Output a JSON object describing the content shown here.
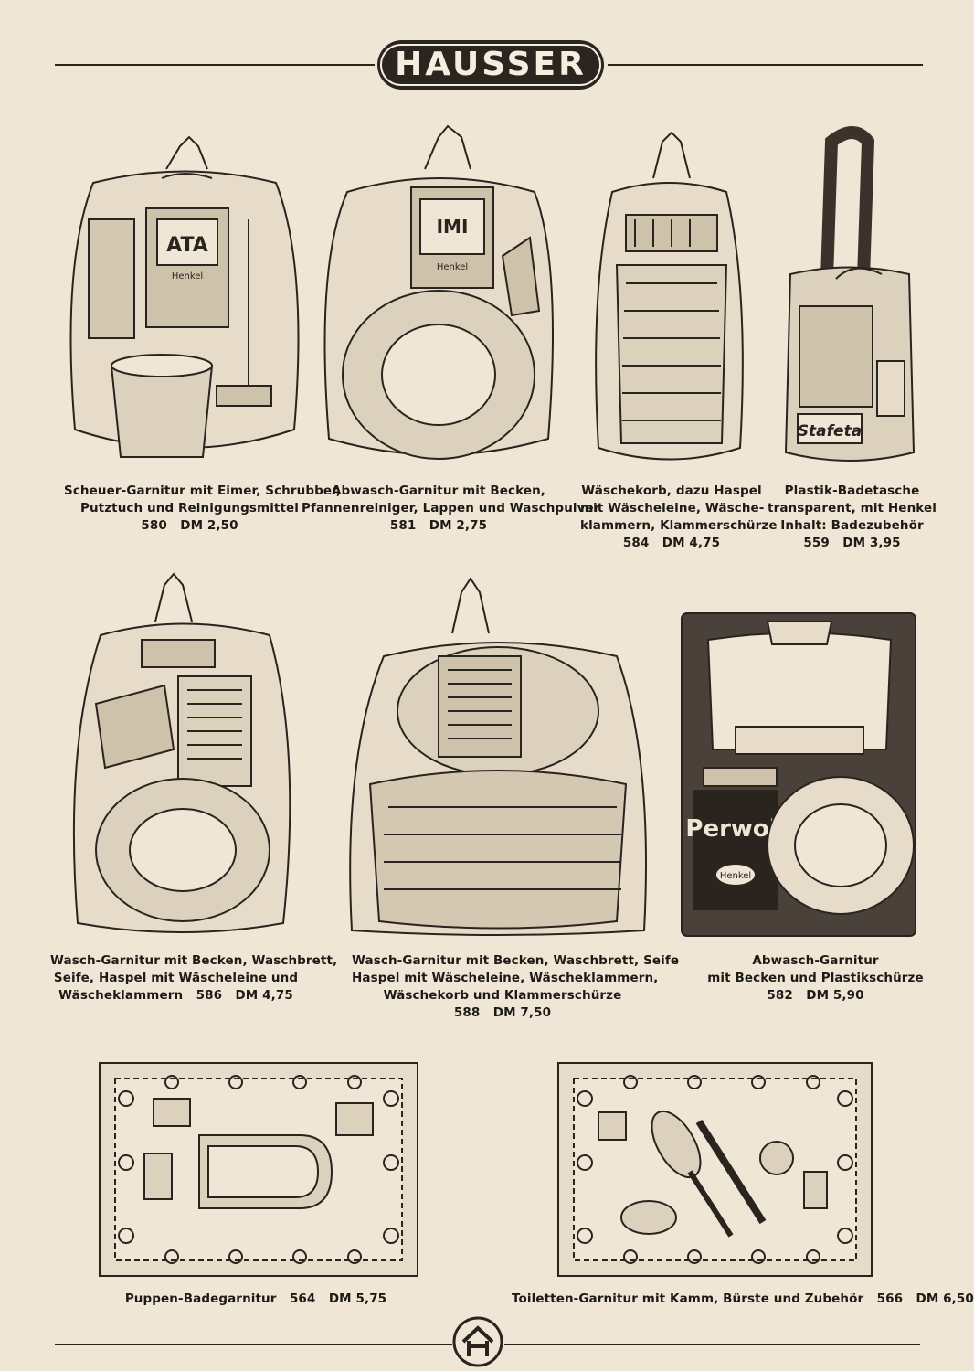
{
  "brand": "HAUSSER",
  "products": [
    {
      "lines": [
        "Scheuer-Garnitur mit Eimer, Schrubber,",
        "Putztuch und Reinigungsmittel"
      ],
      "number": "580",
      "price": "DM 2,50",
      "pack_label": "ATA",
      "pack_maker": "Henkel"
    },
    {
      "lines": [
        "Abwasch-Garnitur mit Becken,",
        "Pfannenreiniger, Lappen und Waschpulver"
      ],
      "number": "581",
      "price": "DM 2,75",
      "pack_label": "IMI",
      "pack_maker": "Henkel"
    },
    {
      "lines": [
        "Wäschekorb, dazu Haspel",
        "mit Wäscheleine, Wäsche-",
        "klammern, Klammerschürze"
      ],
      "number": "584",
      "price": "DM 4,75"
    },
    {
      "lines": [
        "Plastik-Badetasche",
        "transparent, mit Henkel",
        "Inhalt: Badezubehör"
      ],
      "number": "559",
      "price": "DM 3,95",
      "pack_label": "Stafeta"
    },
    {
      "lines": [
        "Wasch-Garnitur mit Becken, Waschbrett,",
        "Seife, Haspel mit Wäscheleine und",
        "Wäscheklammern"
      ],
      "number": "586",
      "price": "DM 4,75"
    },
    {
      "lines": [
        "Wasch-Garnitur mit Becken, Waschbrett, Seife",
        "Haspel mit Wäscheleine, Wäscheklammern,",
        "Wäschekorb und Klammerschürze"
      ],
      "number": "588",
      "price": "DM 7,50"
    },
    {
      "lines": [
        "Abwasch-Garnitur",
        "mit Becken und Plastikschürze"
      ],
      "number": "582",
      "price": "DM 5,90",
      "pack_label": "Perwoll",
      "pack_maker": "Henkel"
    },
    {
      "lines": [
        "Puppen-Badegarnitur"
      ],
      "number": "564",
      "price": "DM 5,75"
    },
    {
      "lines": [
        "Toiletten-Garnitur mit Kamm, Bürste und Zubehör"
      ],
      "number": "566",
      "price": "DM 6,50"
    }
  ]
}
